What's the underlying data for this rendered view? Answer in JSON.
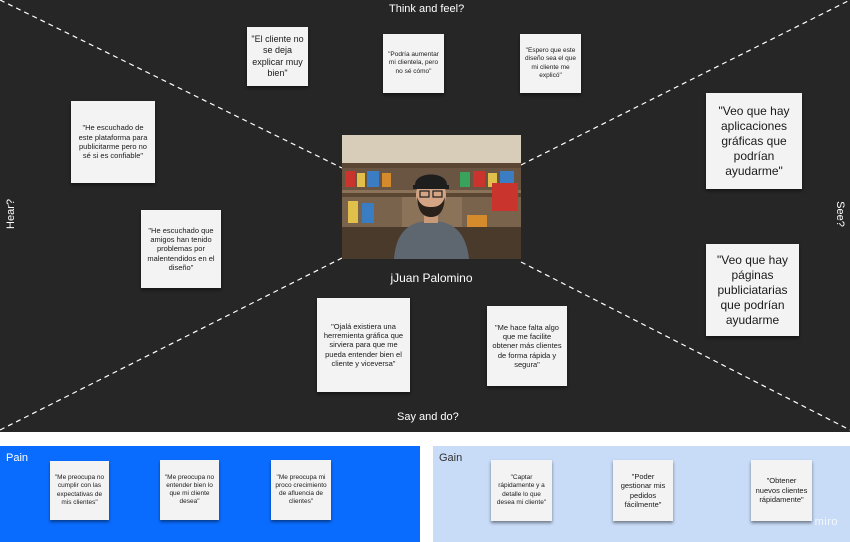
{
  "quadrants": {
    "top": "Think and feel?",
    "bottom": "Say and do?",
    "left": "Hear?",
    "right": "See?"
  },
  "person": {
    "name": "jJuan Palomino"
  },
  "think_notes": [
    "\"El cliente no se deja explicar muy bien\"",
    "\"Podría aumentar mi clientela, pero no sé cómo\"",
    "\"Espero que este diseño sea el que mi cliente me explicó\""
  ],
  "hear_notes": [
    "\"He escuchado de este plataforma para publicitarme pero no sé si es confiable\"",
    "\"He escuchado que amigos han tenido problemas por malentendidos en el diseño\""
  ],
  "see_notes": [
    "\"Veo que hay aplicaciones gráficas que podrían ayudarme\"",
    "\"Veo que hay páginas publiciatarias que podrían ayudarme"
  ],
  "say_notes": [
    "\"Ojalá existiera una herremienta gráfica que sirviera para que me pueda entender bien el cliente y viceversa\"",
    "\"Me hace falta algo que me facilite obtener más clientes de forma rápida y segura\""
  ],
  "pain": {
    "title": "Pain",
    "notes": [
      "\"Me preocupa no cumplir con las expectativas de mis clientes\"",
      "\"Me preocupa no entender bien lo que mi cliente desea\"",
      "\"Me preocupa mi proco crecimiento de afluencia de clientes\""
    ]
  },
  "gain": {
    "title": "Gain",
    "notes": [
      "\"Captar rápidamente y a detalle lo que desea mi cliente\"",
      "\"Poder gestionar mis pedidos fácilmente\"",
      "\"Obtener nuevos clientes rápidamente\""
    ]
  },
  "watermark": "miro",
  "colors": {
    "board": "#262626",
    "pain": "#0a6cff",
    "gain": "#c8dbf7",
    "note": "#f3f3f3"
  }
}
